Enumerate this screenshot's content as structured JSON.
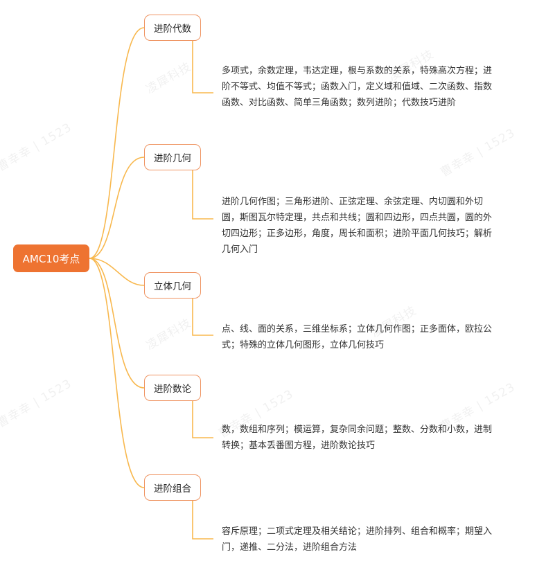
{
  "mindmap": {
    "root": {
      "label": "AMC10考点"
    },
    "branches": [
      {
        "label": "进阶代数",
        "detail": "多项式，余数定理，韦达定理，根与系数的关系，特殊高次方程；进阶不等式、均值不等式；函数入门，定义域和值域、二次函数、指数函数、对比函数、简单三角函数；数列进阶；代数技巧进阶"
      },
      {
        "label": "进阶几何",
        "detail": "进阶几何作图；三角形进阶、正弦定理、余弦定理、内切圆和外切圆，斯图瓦尔特定理，共点和共线；圆和四边形，四点共圆，圆的外切四边形；正多边形，角度，周长和面积；进阶平面几何技巧；解析几何入门"
      },
      {
        "label": "立体几何",
        "detail": "点、线、面的关系，三维坐标系；立体几何作图；正多面体，欧拉公式；特殊的立体几何图形，立体几何技巧"
      },
      {
        "label": "进阶数论",
        "detail": "数，数组和序列；模运算，复杂同余问题；整数、分数和小数，进制转换；基本丢番图方程，进阶数论技巧"
      },
      {
        "label": "进阶组合",
        "detail": "容斥原理；二项式定理及相关结论；进阶排列、组合和概率；期望入门，递推、二分法，进阶组合方法"
      }
    ]
  },
  "watermarks": {
    "company": "凌犀科技",
    "user": "曹幸幸 | 1523"
  },
  "colors": {
    "root_fill": "#ee7331",
    "branch_border": "#ef9462",
    "connector": "#f8b84e",
    "text": "#333333"
  }
}
